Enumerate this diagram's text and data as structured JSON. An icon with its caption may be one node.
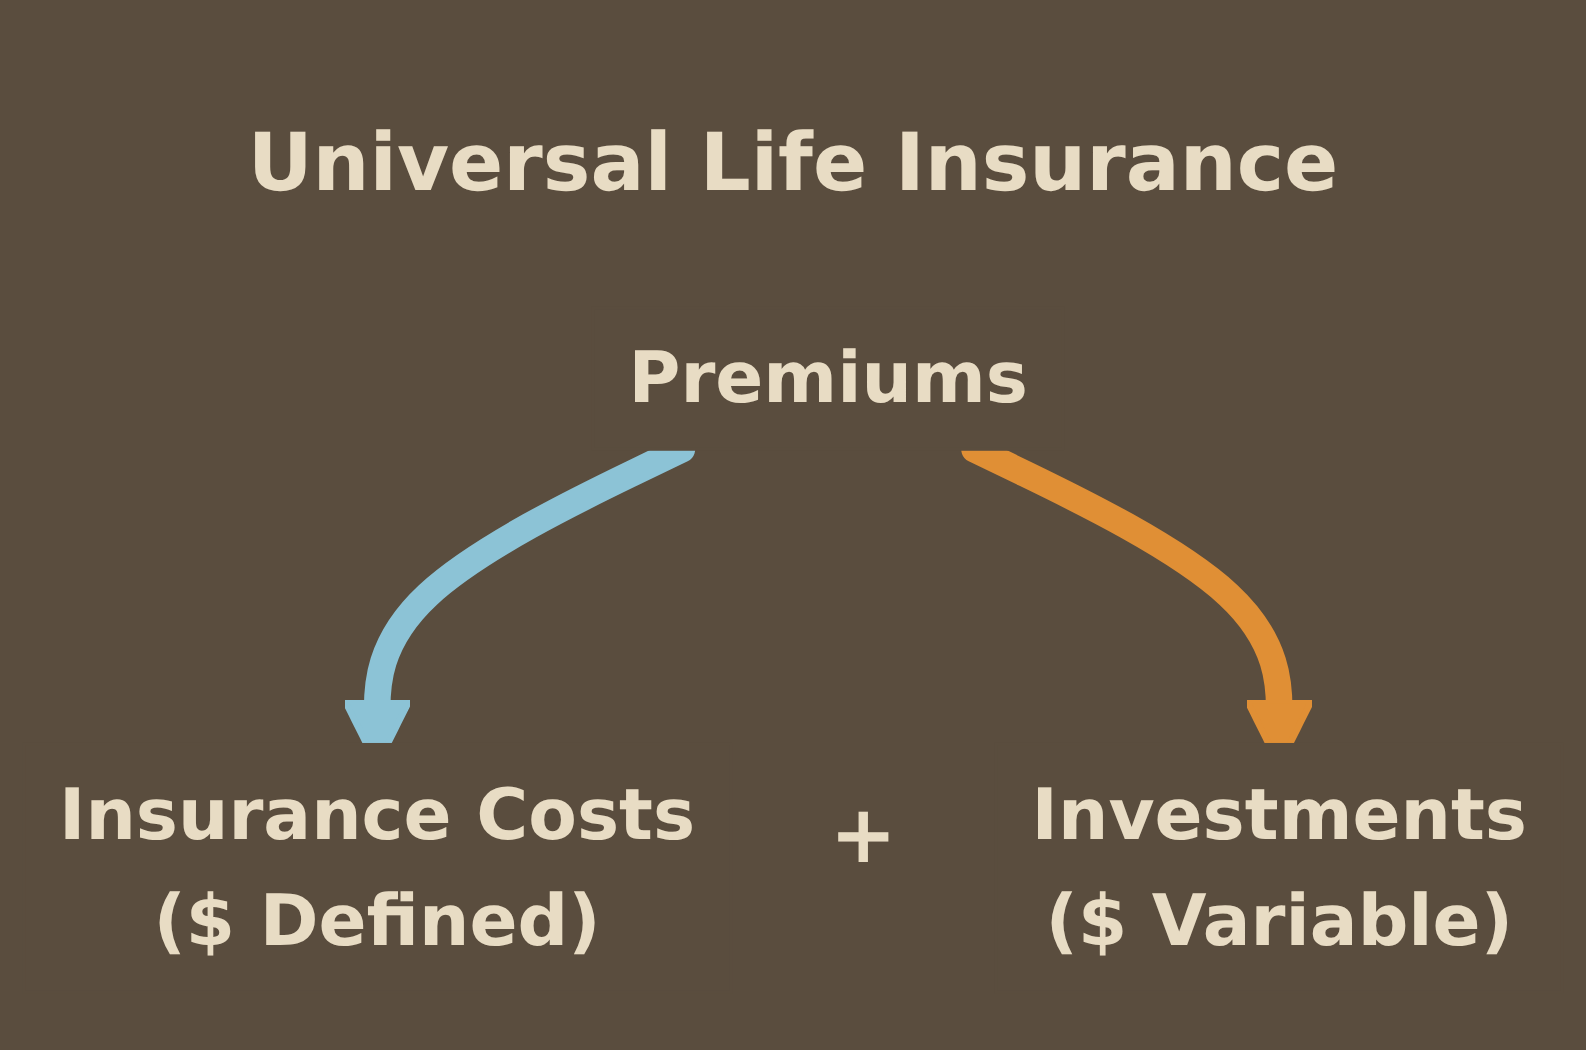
{
  "diagram": {
    "title": "Universal Life Insurance",
    "nodes": [
      {
        "text": [
          "Premiums"
        ]
      },
      {
        "text": [
          "Insurance Costs",
          "($ Defined)"
        ]
      },
      {
        "text": [
          "Investments",
          "($ Variable)"
        ]
      }
    ],
    "edges": [
      {
        "from": 0,
        "to": 1,
        "arrow": "to",
        "color": "#8cc3d6"
      },
      {
        "from": 0,
        "to": 2,
        "arrow": "to",
        "color": "#e08f35"
      }
    ],
    "labels": [
      "+"
    ]
  }
}
